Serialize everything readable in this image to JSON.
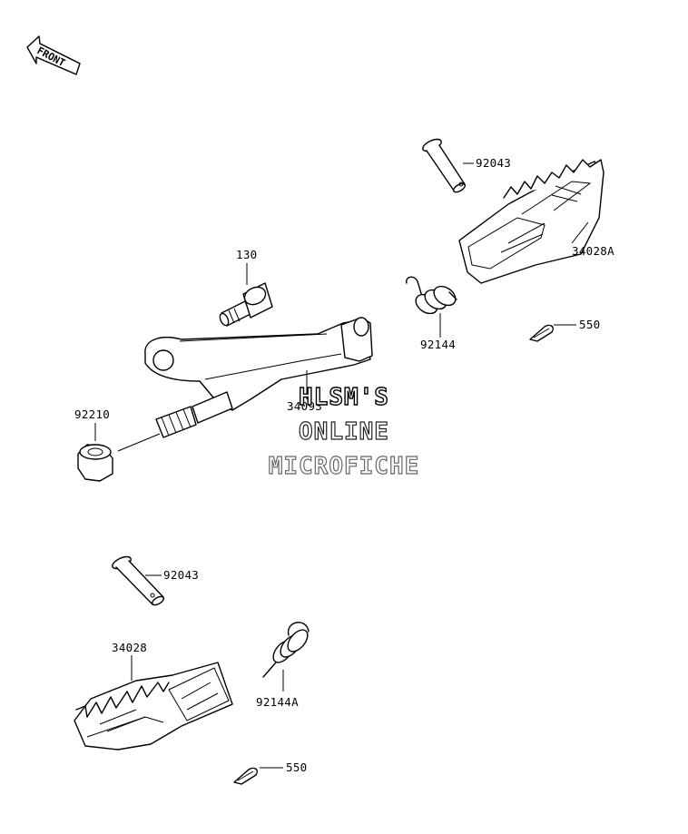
{
  "direction_indicator": {
    "text": "FRONT"
  },
  "watermark": {
    "line1": "HLSM'S",
    "line2": "ONLINE",
    "line3": "MICROFICHE"
  },
  "labels": {
    "pin_upper": "92043",
    "footpeg_right": "34028A",
    "spring_upper": "92144",
    "cotter_upper": "550",
    "bolt": "130",
    "bracket": "34093",
    "nut": "92210",
    "pin_lower": "92043",
    "footpeg_left": "34028",
    "spring_lower": "92144A",
    "cotter_lower": "550"
  }
}
